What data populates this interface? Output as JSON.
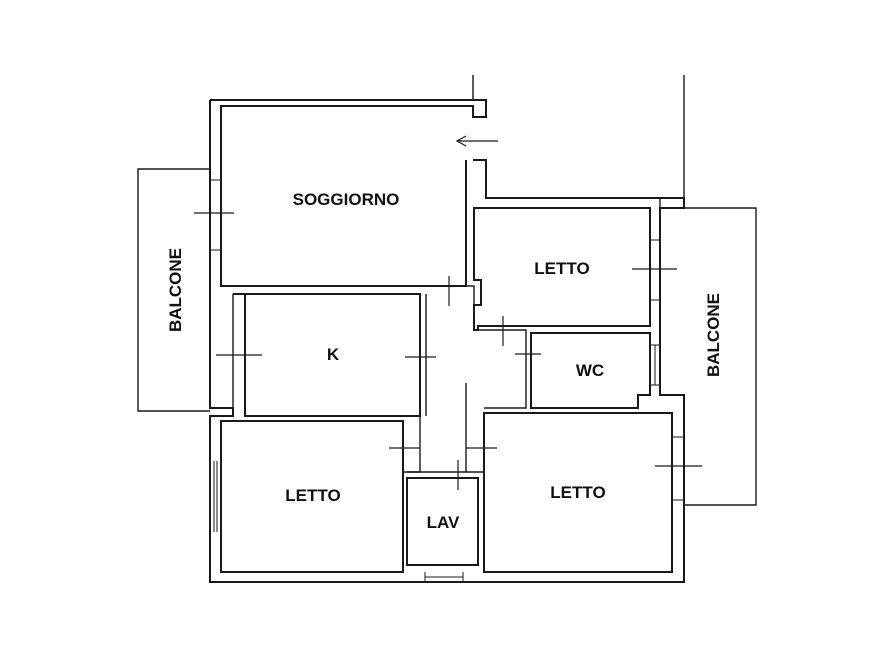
{
  "rooms": {
    "soggiorno": "SOGGIORNO",
    "letto_top_right": "LETTO",
    "kitchen": "K",
    "wc": "WC",
    "letto_bottom_left": "LETTO",
    "lav": "LAV",
    "letto_bottom_right": "LETTO",
    "balcone_left": "BALCONE",
    "balcone_right": "BALCONE"
  },
  "icons": {
    "entrance": "entrance-arrow-icon"
  },
  "colors": {
    "line": "#1a1a1a",
    "background": "#ffffff"
  }
}
